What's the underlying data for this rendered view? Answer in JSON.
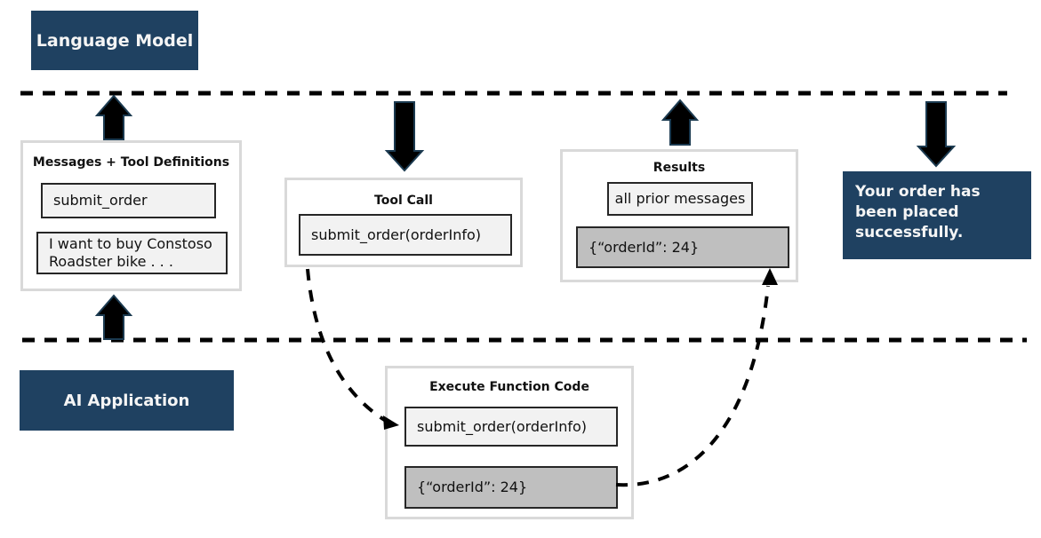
{
  "diagram": {
    "top_lane_label": "Language Model",
    "bottom_lane_label": "AI Application",
    "messages_box": {
      "title": "Messages + Tool Definitions",
      "tool_definition": "submit_order",
      "user_message": "I want to buy Constoso\nRoadster bike . . ."
    },
    "tool_call_box": {
      "title": "Tool Call",
      "call": "submit_order(orderInfo)"
    },
    "results_box": {
      "title": "Results",
      "context": "all prior messages",
      "result": "{“orderId”: 24}"
    },
    "execute_box": {
      "title": "Execute Function Code",
      "call": "submit_order(orderInfo)",
      "result": "{“orderId”: 24}"
    },
    "response_message": "Your order has\nbeen placed\nsuccessfully.",
    "colors": {
      "navy": "#1f4161",
      "light_fill": "#f2f2f2",
      "gray_fill": "#bfbfbf",
      "outer_border": "#d9d9d9",
      "inner_border": "#262626",
      "connector": "#000000"
    }
  }
}
